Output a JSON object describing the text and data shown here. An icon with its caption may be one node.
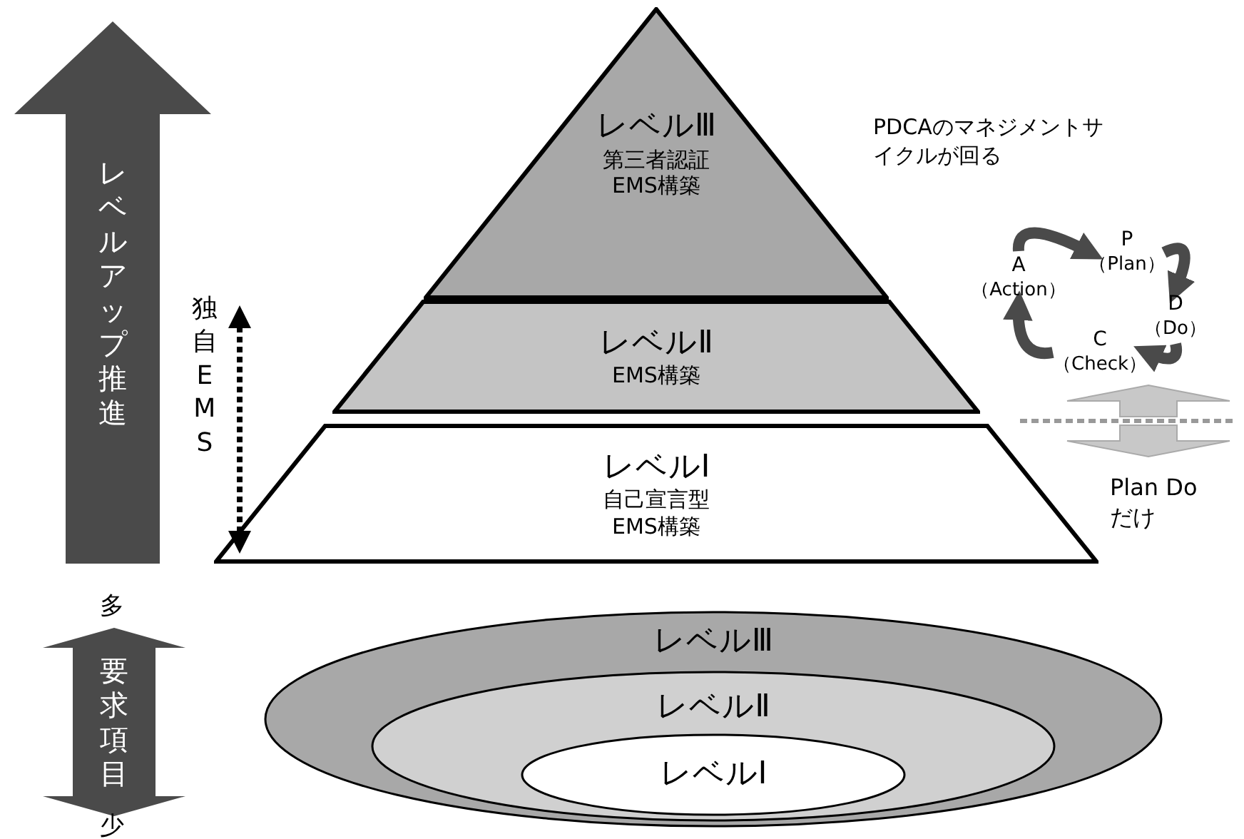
{
  "diagram": {
    "nodes": [
      {
        "text": [
          "レベルアップ推進"
        ]
      },
      {
        "text": [
          "レベルⅢ",
          "第三者認証 EMS構築"
        ]
      },
      {
        "text": [
          "レベルⅡ",
          "EMS構築"
        ]
      },
      {
        "text": [
          "レベルⅠ",
          "自己宣言型 EMS構築"
        ]
      },
      {
        "text": [
          "P",
          "（Plan）"
        ]
      },
      {
        "text": [
          "A",
          "（Action）"
        ]
      },
      {
        "text": [
          "D",
          "（Do）"
        ]
      },
      {
        "text": [
          "C",
          "（Check）"
        ]
      },
      {
        "text": [
          "レベルⅢ"
        ]
      },
      {
        "text": [
          "レベルⅡ"
        ],
        "in": 8
      },
      {
        "text": [
          "レベルⅠ"
        ],
        "in": 9
      },
      {
        "text": [
          "要求項目"
        ]
      }
    ],
    "edges": [
      {
        "from": 5,
        "to": 4,
        "arrow": "to"
      },
      {
        "from": 4,
        "to": 6,
        "arrow": "to"
      },
      {
        "from": 6,
        "to": 7,
        "arrow": "to"
      },
      {
        "from": 7,
        "to": 5,
        "arrow": "to"
      }
    ],
    "labels": [
      "PDCAのマネジメントサイクルが回る",
      "独自EMS",
      "Plan Do だけ",
      "多",
      "少"
    ]
  }
}
